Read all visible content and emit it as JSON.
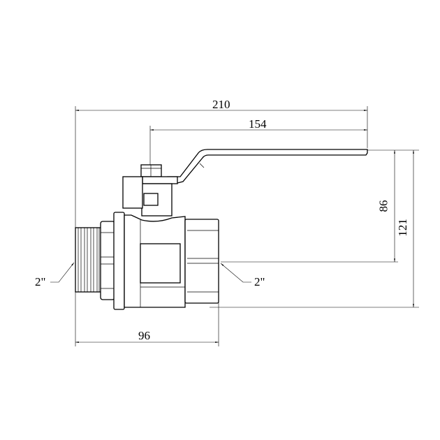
{
  "title": "Ball valve dimension drawing",
  "dimensions": {
    "overall_length": "210",
    "handle_length": "154",
    "handle_height": "86",
    "total_height": "121",
    "body_length": "96"
  },
  "threads": {
    "left": "2\"",
    "right": "2\""
  }
}
